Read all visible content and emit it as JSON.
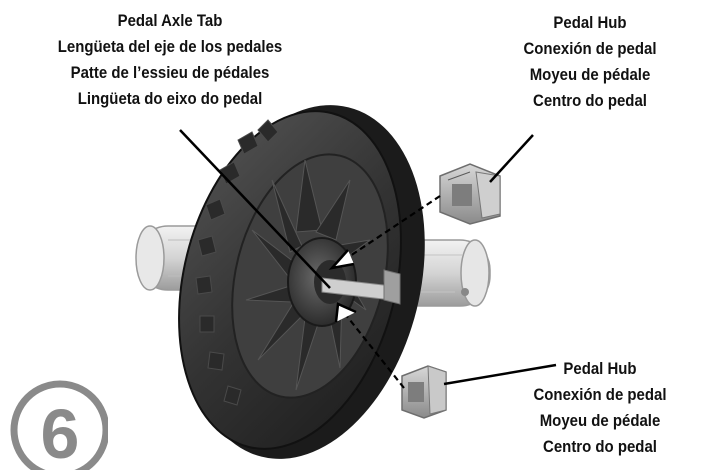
{
  "labels": {
    "axle_tab": {
      "en": "Pedal Axle Tab",
      "es": "Lengüeta del eje de los pedales",
      "fr": "Patte de l’essieu de pédales",
      "pt": "Lingüeta do eixo do pedal"
    },
    "hub_top": {
      "en": "Pedal Hub",
      "es": "Conexión de pedal",
      "fr": "Moyeu de pédale",
      "pt": "Centro do pedal"
    },
    "hub_bottom": {
      "en": "Pedal Hub",
      "es": "Conexión de pedal",
      "fr": "Moyeu de pédale",
      "pt": "Centro do pedal"
    }
  },
  "step": {
    "number": "6"
  },
  "colors": {
    "tire": "#3a3a3a",
    "tire_dark": "#1f1f1f",
    "part_light": "#e2e2e2",
    "part_mid": "#b9b9b9",
    "line": "#000000"
  }
}
